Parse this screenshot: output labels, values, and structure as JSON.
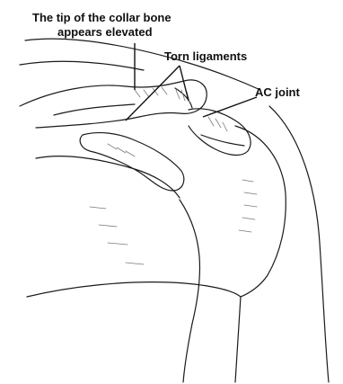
{
  "labels": {
    "collar_bone_line1": "The tip of the collar bone",
    "collar_bone_line2": "appears elevated",
    "torn_ligaments": "Torn ligaments",
    "ac_joint": "AC joint"
  },
  "colors": {
    "ink": "#1a1a1a",
    "shading": "#7a7a7a",
    "background": "#ffffff"
  }
}
